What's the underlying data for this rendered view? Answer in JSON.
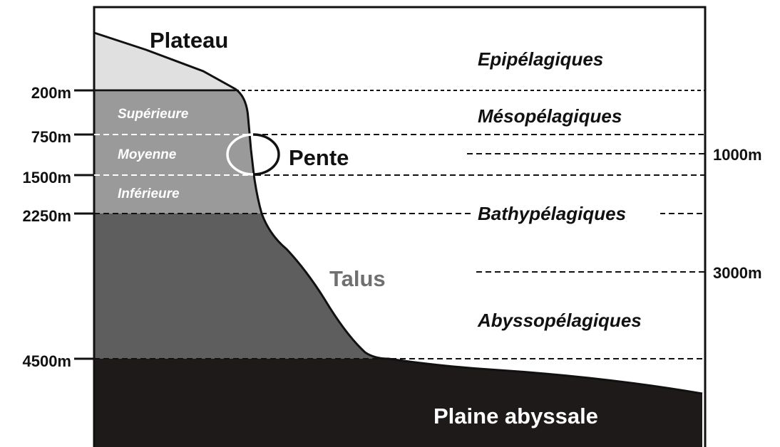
{
  "diagram": {
    "depth_labels_left": [
      "200m",
      "750m",
      "1500m",
      "2250m",
      "4500m"
    ],
    "depth_labels_right": [
      "1000m",
      "3000m"
    ],
    "zones": {
      "plateau": "Plateau",
      "pente": "Pente",
      "talus": "Talus",
      "plaine": "Plaine abyssale"
    },
    "slope_subzones": [
      "Supérieure",
      "Moyenne",
      "Inférieure"
    ],
    "pelagic_zones": [
      "Epipélagiques",
      "Mésopélagiques",
      "Bathypélagiques",
      "Abyssopélagiques"
    ],
    "colors": {
      "plateau_fill": "#e0e0e0",
      "upper_slope_fill": "#9a9a9a",
      "talus_fill": "#5e5e5e",
      "abyssal_fill": "#1e1a1a",
      "talus_text": "#6f6f6f",
      "line": "#111111"
    }
  }
}
